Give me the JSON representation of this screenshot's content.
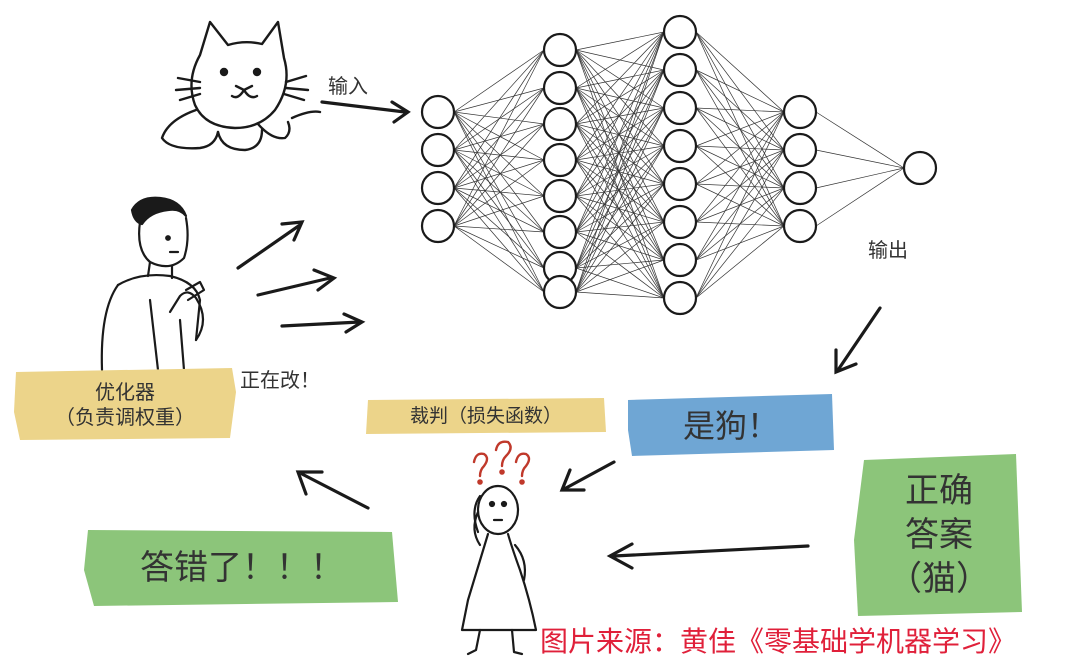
{
  "labels": {
    "input": "输入",
    "output": "输出",
    "fixing": "正在改！"
  },
  "optimizer": {
    "title": "优化器",
    "subtitle": "（负责调权重）"
  },
  "judge": {
    "label": "裁判（损失函数）"
  },
  "prediction": {
    "text": "是狗！"
  },
  "correct_answer": {
    "line1": "正确",
    "line2": "答案",
    "line3": "（猫）"
  },
  "wrong": {
    "text": "答错了！！！"
  },
  "source": {
    "text": "图片来源：黄佳《零基础学机器学习》"
  },
  "judge_confused": "???",
  "colors": {
    "yellow": "#ecd48a",
    "blue": "#6fa6d4",
    "green": "#8cc57a",
    "source_red": "#e0203a",
    "ink": "#1a1a1a"
  }
}
